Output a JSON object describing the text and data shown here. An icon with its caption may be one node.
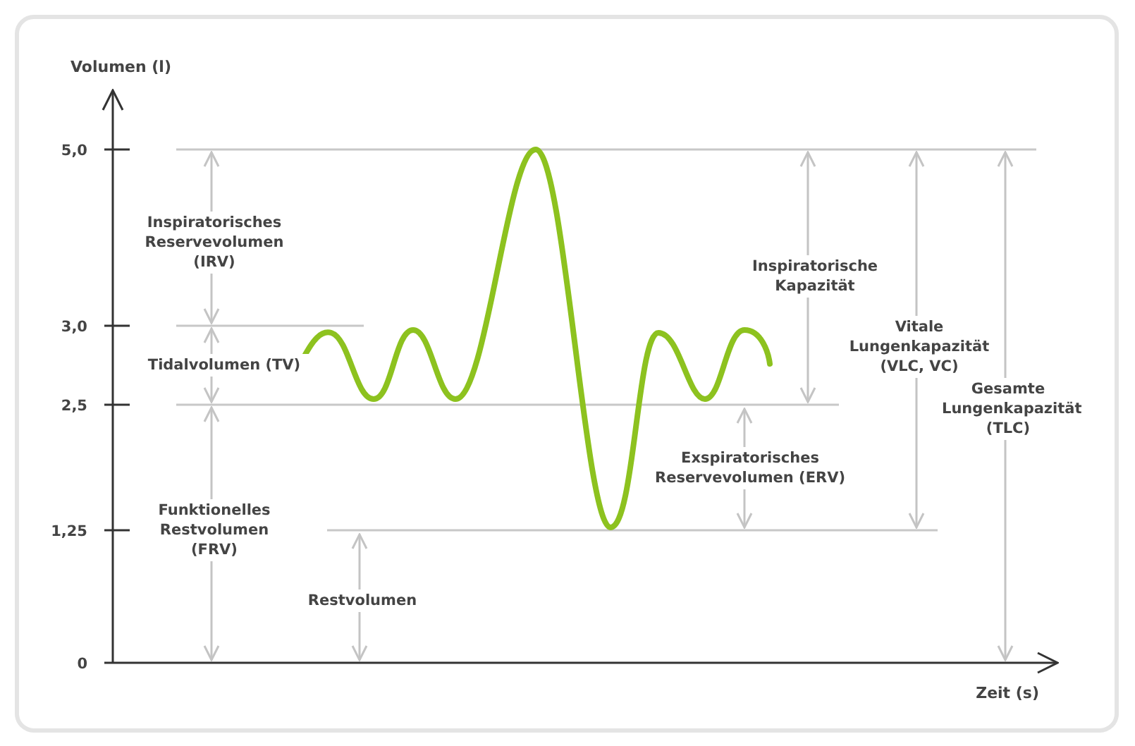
{
  "diagram": {
    "labels": [
      "Volumen (l)",
      "5,0",
      "3,0",
      "2,5",
      "1,25",
      "0",
      "Zeit (s)",
      "Inspiratorisches Reservevolumen (IRV)",
      "Tidalvolumen (TV)",
      "Funktionelles Restvolumen (FRV)",
      "Restvolumen",
      "Inspiratorische Kapazität",
      "Exspiratorisches Reservevolumen (ERV)",
      "Vitale Lungenkapazität (VLC, VC)",
      "Gesamte Lungenkapazität (TLC)"
    ]
  }
}
